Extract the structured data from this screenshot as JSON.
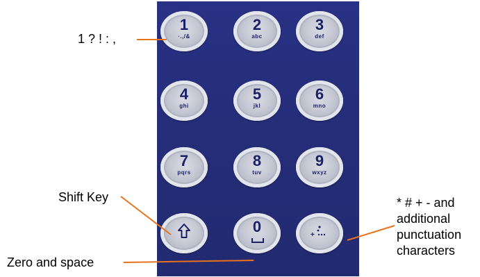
{
  "callouts": {
    "key1_chars": "1 ? ! : ,",
    "shift_key": "Shift Key",
    "zero_space": "Zero and space",
    "punct_line1": "* # + - and",
    "punct_line2": "additional",
    "punct_line3": "punctuation",
    "punct_line4": "characters"
  },
  "keypad": {
    "rows": [
      [
        {
          "digit": "1",
          "letters": "·.,/&"
        },
        {
          "digit": "2",
          "letters": "abc"
        },
        {
          "digit": "3",
          "letters": "def"
        }
      ],
      [
        {
          "digit": "4",
          "letters": "ghi"
        },
        {
          "digit": "5",
          "letters": "jkl"
        },
        {
          "digit": "6",
          "letters": "mno"
        }
      ],
      [
        {
          "digit": "7",
          "letters": "pqrs"
        },
        {
          "digit": "8",
          "letters": "tuv"
        },
        {
          "digit": "9",
          "letters": "wxyz"
        }
      ],
      [
        {
          "digit": "",
          "letters": "",
          "icon": "shift-arrow-icon"
        },
        {
          "digit": "0",
          "letters": "",
          "icon": "space-bracket-icon"
        },
        {
          "digit": "",
          "letters": "",
          "icon": "punctuation-dots-icon"
        }
      ]
    ],
    "punct_symbol": "· ⁚ ·..."
  },
  "colors": {
    "panel": "#262f7a",
    "key_face": "#c9ccd6",
    "key_text": "#1b2066",
    "leader_line": "#e8721c",
    "label_text": "#000000"
  }
}
